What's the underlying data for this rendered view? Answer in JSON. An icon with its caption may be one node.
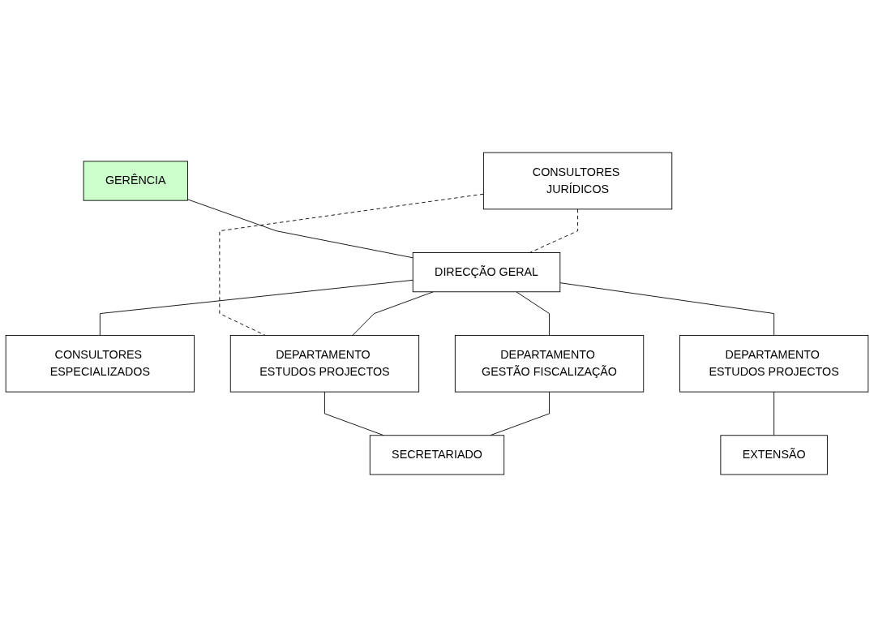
{
  "diagram": {
    "nodes": [
      {
        "text": [
          "GERÊNCIA"
        ]
      },
      {
        "text": [
          "CONSULTORES JURÍDICOS"
        ]
      },
      {
        "text": [
          "DIRECÇÃO GERAL"
        ]
      },
      {
        "text": [
          "CONSULTORES ESPECIALIZADOS"
        ]
      },
      {
        "text": [
          "DEPARTAMENTO ESTUDOS PROJECTOS"
        ]
      },
      {
        "text": [
          "DEPARTAMENTO GESTÃO FISCALIZAÇÃO"
        ]
      },
      {
        "text": [
          "DEPARTAMENTO ESTUDOS PROJECTOS"
        ]
      },
      {
        "text": [
          "SECRETARIADO"
        ]
      },
      {
        "text": [
          "EXTENSÃO"
        ]
      }
    ],
    "edges": [
      {
        "from": 0,
        "to": 2,
        "arrow": "none"
      },
      {
        "from": 1,
        "to": 2,
        "arrow": "none",
        "style": "dashed"
      },
      {
        "from": 2,
        "to": 3,
        "arrow": "none"
      },
      {
        "from": 1,
        "to": 4,
        "arrow": "none",
        "style": "dashed"
      },
      {
        "from": 2,
        "to": 4,
        "arrow": "none"
      },
      {
        "from": 2,
        "to": 5,
        "arrow": "none"
      },
      {
        "from": 2,
        "to": 6,
        "arrow": "none"
      },
      {
        "from": 4,
        "to": 7,
        "arrow": "none"
      },
      {
        "from": 5,
        "to": 7,
        "arrow": "none"
      },
      {
        "from": 6,
        "to": 8,
        "arrow": "none"
      }
    ]
  }
}
